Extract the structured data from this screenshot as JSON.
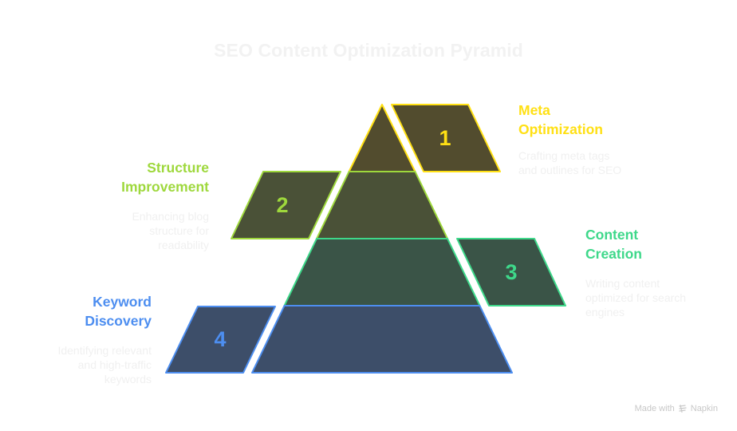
{
  "title": "SEO Content Optimization Pyramid",
  "levels": [
    {
      "number": "1",
      "title_line1": "Meta",
      "title_line2": "Optimization",
      "description_lines": [
        "Crafting meta tags",
        "and outlines for SEO"
      ],
      "color": "#ffe014",
      "fill": "#524c2e"
    },
    {
      "number": "2",
      "title_line1": "Structure",
      "title_line2": "Improvement",
      "description_lines": [
        "Enhancing blog",
        "structure for",
        "readability"
      ],
      "color": "#9ed83c",
      "fill": "#4a5137"
    },
    {
      "number": "3",
      "title_line1": "Content",
      "title_line2": "Creation",
      "description_lines": [
        "Writing content",
        "optimized for search",
        "engines"
      ],
      "color": "#3ed88a",
      "fill": "#3a5447"
    },
    {
      "number": "4",
      "title_line1": "Keyword",
      "title_line2": "Discovery",
      "description_lines": [
        "Identifying relevant",
        "and high-traffic",
        "keywords"
      ],
      "color": "#4d8ef0",
      "fill": "#3d4e69"
    }
  ],
  "footer": {
    "made_with": "Made with",
    "brand": "Napkin",
    "icon": "napkin-logo-icon"
  }
}
